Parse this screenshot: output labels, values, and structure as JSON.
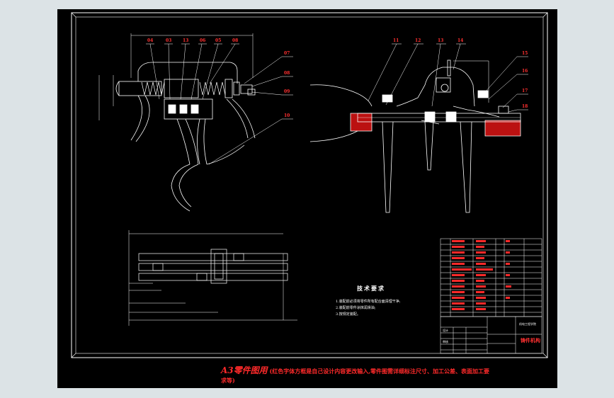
{
  "callouts": {
    "left": [
      "04",
      "03",
      "13",
      "06",
      "05",
      "08",
      "07",
      "08",
      "09",
      "10"
    ],
    "right": [
      "11",
      "12",
      "13",
      "14",
      "15",
      "16",
      "17",
      "18"
    ]
  },
  "tech_requirements": {
    "title": "技术要求",
    "lines": [
      "1.装配前必须将零件所有配合面清理干净;",
      "2.装配前零件涂抹润滑油;",
      "3.按规定装配。"
    ]
  },
  "title_block": {
    "drawing_name": "铸件机构",
    "school": "机电工程学院",
    "label_a": "设计",
    "label_b": "审核"
  },
  "footer": {
    "lead": "A3零件图用",
    "text": "(红色字体方框是自己设计内容更改输入,零件图需详细标注尺寸、加工公差、表面加工要求等)"
  },
  "colors": {
    "sheet": "#000000",
    "line": "#ffffff",
    "accent": "#ff2a2a",
    "background": "#dce3e6"
  }
}
